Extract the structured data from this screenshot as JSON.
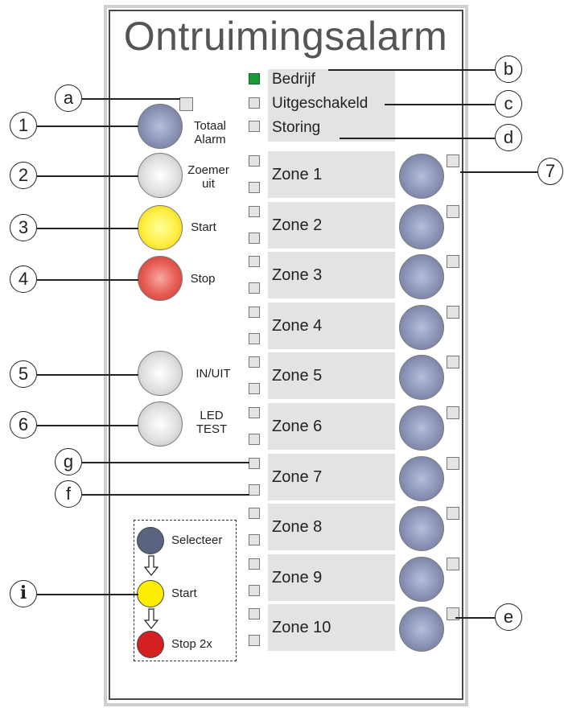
{
  "title": "Ontruimingsalarm",
  "status": [
    {
      "label": "Bedrijf",
      "led_on": true
    },
    {
      "label": "Uitgeschakeld",
      "led_on": false
    },
    {
      "label": "Storing",
      "led_on": false
    }
  ],
  "controls": [
    {
      "label": "Totaal\nAlarm",
      "color": "blue"
    },
    {
      "label": "Zoemer\nuit",
      "color": "gray"
    },
    {
      "label": "Start",
      "color": "yellow"
    },
    {
      "label": "Stop",
      "color": "red"
    },
    {
      "label": "IN/UIT",
      "color": "gray"
    },
    {
      "label": "LED\nTEST",
      "color": "gray"
    }
  ],
  "zones": [
    "Zone 1",
    "Zone 2",
    "Zone 3",
    "Zone 4",
    "Zone 5",
    "Zone 6",
    "Zone 7",
    "Zone 8",
    "Zone 9",
    "Zone 10"
  ],
  "legend": [
    {
      "label": "Selecteer",
      "color": "#5a6480"
    },
    {
      "label": "Start",
      "color": "#ffee00"
    },
    {
      "label": "Stop 2x",
      "color": "#d42020"
    }
  ],
  "callouts": {
    "numbers": [
      "1",
      "2",
      "3",
      "4",
      "5",
      "6",
      "7"
    ],
    "letters": {
      "a": "a",
      "b": "b",
      "c": "c",
      "d": "d",
      "e": "e",
      "f": "f",
      "g": "g"
    },
    "info": "i"
  },
  "colors": {
    "led_on": "#1a9a3a",
    "panel_fill": "#e3e3e3",
    "button_blue": "#8a92b6",
    "button_yellow": "#ffee44",
    "button_red": "#e65a52"
  }
}
